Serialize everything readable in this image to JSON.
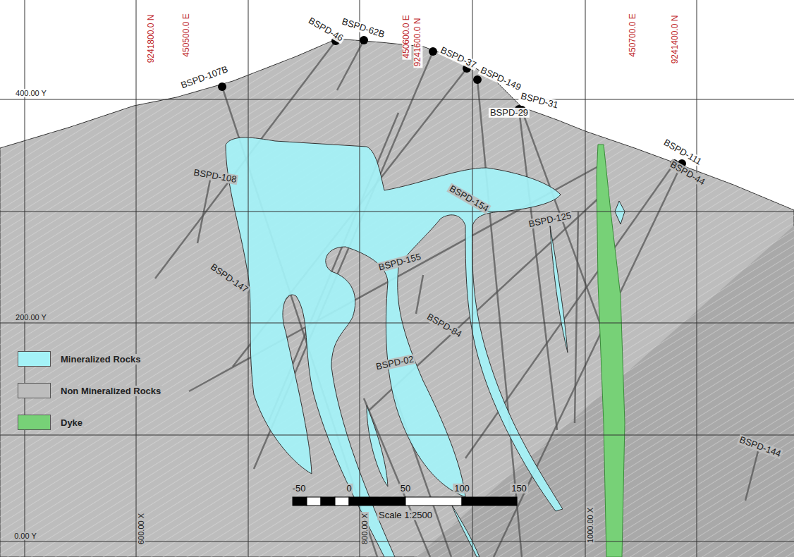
{
  "diagram": {
    "labels": [
      "9241800.0 N",
      "450500.0 E",
      "450600.0 E",
      "9241600.0 N",
      "450700.0 E",
      "9241400.0 N",
      "400.00 Y",
      "200.00 Y",
      "0.00 Y",
      "600.00 X",
      "800.00 X",
      "1000.00 X",
      "BSPD-46",
      "BSPD-62B",
      "BSPD-107B",
      "BSPD-37",
      "BSPD-149",
      "BSPD-31",
      "BSPD-29",
      "BSPD-111",
      "BSPD-44",
      "BSPD-108",
      "BSPD-147",
      "BSPD-155",
      "BSPD-154",
      "BSPD-125",
      "BSPD-84",
      "BSPD-02",
      "BSPD-144",
      "-50",
      "0",
      "50",
      "100",
      "150",
      "Scale 1:2500"
    ],
    "legend": [
      {
        "text": "Mineralized Rocks",
        "color": "#a4f2f7"
      },
      {
        "text": "Non Mineralized Rocks",
        "color": "#bdbdbd"
      },
      {
        "text": "Dyke",
        "color": "#77d177"
      }
    ]
  }
}
